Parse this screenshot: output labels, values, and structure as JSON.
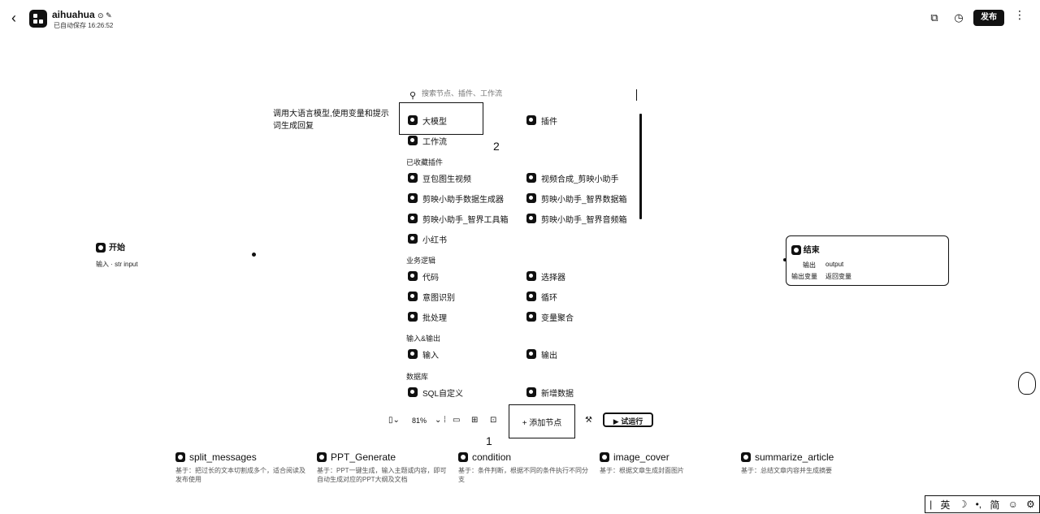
{
  "header": {
    "back_icon": "‹",
    "app_title": "aihuahua",
    "save_status": "已自动保存 16:26:52",
    "publish_label": "发布",
    "more_icon": "⋮"
  },
  "canvas": {
    "start_node": {
      "title": "开始",
      "field": "输入 · str input"
    },
    "end_node": {
      "title": "结束",
      "row1_label": "输出",
      "row1_value": "output",
      "row2_label": "输出变量",
      "row2_value": "返回变量"
    }
  },
  "add_menu": {
    "search_placeholder": "搜索节点、插件、工作流",
    "hint_text": "调用大语言模型,使用变量和提示词生成回复",
    "highlight_number": "2",
    "top_items": [
      {
        "label": "大模型"
      },
      {
        "label": "插件"
      },
      {
        "label": "工作流"
      }
    ],
    "collected_plugins_label": "已收藏插件",
    "collected_plugins": [
      {
        "label": "豆包图生视频"
      },
      {
        "label": "视频合成_剪映小助手"
      },
      {
        "label": "剪映小助手数据生成器"
      },
      {
        "label": "剪映小助手_智界数据箱"
      },
      {
        "label": "剪映小助手_智界工具箱"
      },
      {
        "label": "剪映小助手_智界音频箱"
      },
      {
        "label": "小红书"
      }
    ],
    "logic_label": "业务逻辑",
    "logic_items": [
      {
        "label": "代码"
      },
      {
        "label": "选择器"
      },
      {
        "label": "意图识别"
      },
      {
        "label": "循环"
      },
      {
        "label": "批处理"
      },
      {
        "label": "变量聚合"
      }
    ],
    "io_label": "输入&输出",
    "io_items": [
      {
        "label": "输入"
      },
      {
        "label": "输出"
      }
    ],
    "db_label": "数据库",
    "db_items": [
      {
        "label": "SQL自定义"
      },
      {
        "label": "新增数据"
      }
    ]
  },
  "toolbar": {
    "zoom": "81%",
    "add_node_label": "+  添加节点",
    "highlight_number": "1",
    "test_run_label": "试运行"
  },
  "workflow_cards": [
    {
      "title": "split_messages",
      "desc": "基于：把过长的文本切割成多个，适合阅读及发布使用"
    },
    {
      "title": "PPT_Generate",
      "desc": "基于：PPT一键生成，输入主题或内容，即可自动生成对应的PPT大纲及文档"
    },
    {
      "title": "condition",
      "desc": "基于：条件判断，根据不同的条件执行不同分支"
    },
    {
      "title": "image_cover",
      "desc": "基于：根据文章生成封面图片"
    },
    {
      "title": "summarize_article",
      "desc": "基于：总结文章内容并生成摘要"
    }
  ],
  "ime": {
    "items": [
      "英",
      "☽",
      "•,",
      "简",
      "☺",
      "⚙"
    ]
  }
}
